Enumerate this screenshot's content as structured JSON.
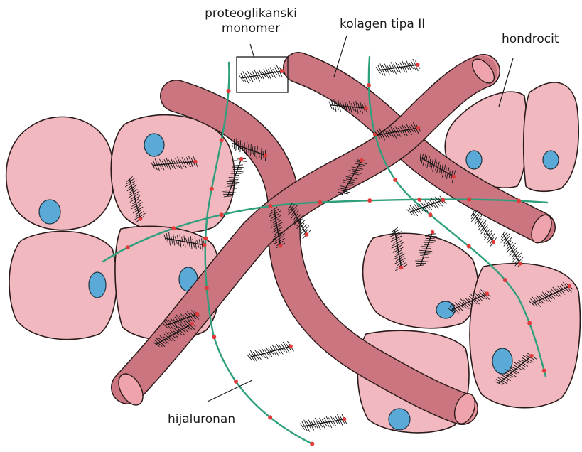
{
  "labels": {
    "proteoglycan_line1": "proteoglikanski",
    "proteoglycan_line2": "monomer",
    "collagen": "kolagen tipa II",
    "chondrocyte": "hondrocit",
    "hyaluronan": "hijaluronan"
  },
  "colors": {
    "cell": "#f2b8c0",
    "nucleus": "#5aa9d6",
    "collagen": "#e8929b",
    "hyaluronan": "#2f9e7c",
    "link_dot": "#e03a3a"
  }
}
